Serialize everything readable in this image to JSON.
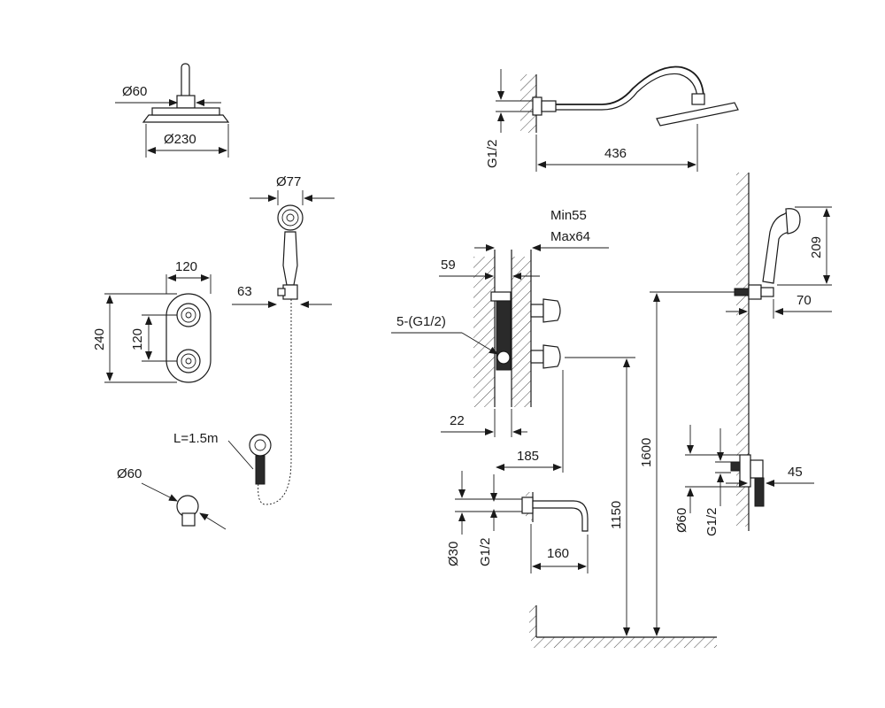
{
  "head_shower_plan": {
    "d_arm": "Ø60",
    "d_head": "Ø230"
  },
  "handshower": {
    "d_head": "Ø77",
    "holder": "63",
    "hose_length": "L=1.5m"
  },
  "plate": {
    "width": "120",
    "height": "240",
    "spacing": "120"
  },
  "elbow": {
    "d": "Ø60"
  },
  "arm_side": {
    "thread": "G1/2",
    "projection": "436"
  },
  "valve_section": {
    "depth_min": "Min55",
    "depth_max": "Max64",
    "dim_59": "59",
    "outlets": "5-(G1/2)",
    "dim_22": "22",
    "dim_185": "185"
  },
  "heights": {
    "h_1600": "1600",
    "h_1150": "1150"
  },
  "spout": {
    "d": "Ø30",
    "thread": "G1/2",
    "length": "160"
  },
  "handshower_side": {
    "height": "209",
    "projection": "70"
  },
  "outlet_side": {
    "d": "Ø60",
    "thread": "G1/2",
    "projection": "45"
  }
}
